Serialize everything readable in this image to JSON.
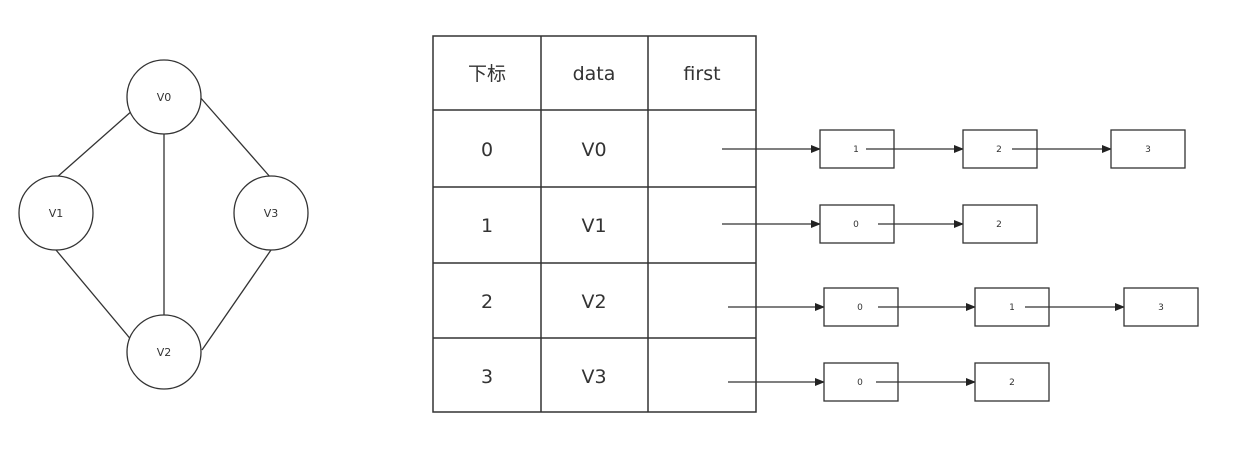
{
  "graph": {
    "vertices": [
      "V0",
      "V1",
      "V2",
      "V3"
    ],
    "edges": [
      [
        "V0",
        "V1"
      ],
      [
        "V0",
        "V2"
      ],
      [
        "V0",
        "V3"
      ],
      [
        "V1",
        "V2"
      ],
      [
        "V3",
        "V2"
      ]
    ]
  },
  "table": {
    "headers": [
      "下标",
      "data",
      "first"
    ],
    "rows": [
      {
        "index": "0",
        "data": "V0",
        "list": [
          "1",
          "2",
          "3"
        ]
      },
      {
        "index": "1",
        "data": "V1",
        "list": [
          "0",
          "2"
        ]
      },
      {
        "index": "2",
        "data": "V2",
        "list": [
          "0",
          "1",
          "3"
        ]
      },
      {
        "index": "3",
        "data": "V3",
        "list": [
          "0",
          "2"
        ]
      }
    ]
  }
}
